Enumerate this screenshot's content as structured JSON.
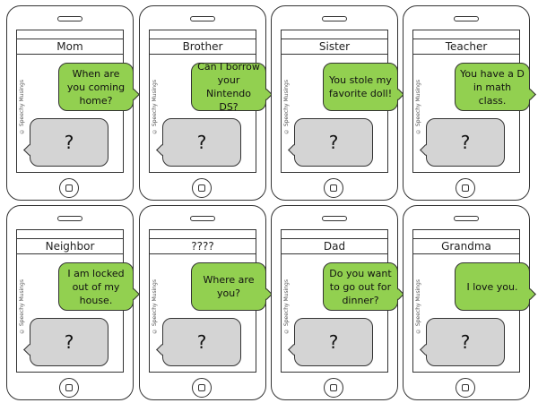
{
  "colors": {
    "incoming_bubble": "#92d050",
    "reply_bubble": "#d4d4d4",
    "outline": "#333333"
  },
  "watermark": "© Speechy Musings",
  "icons": {
    "home": "home-button-icon"
  },
  "cards": [
    {
      "contact": "Mom",
      "message": "When are you coming home?",
      "reply": "?"
    },
    {
      "contact": "Brother",
      "message": "Can I borrow your Nintendo DS?",
      "reply": "?"
    },
    {
      "contact": "Sister",
      "message": "You stole my favorite doll!",
      "reply": "?"
    },
    {
      "contact": "Teacher",
      "message": "You have a D in math class.",
      "reply": "?"
    },
    {
      "contact": "Neighbor",
      "message": "I am locked out of my house.",
      "reply": "?"
    },
    {
      "contact": "????",
      "message": "Where are you?",
      "reply": "?"
    },
    {
      "contact": "Dad",
      "message": "Do you want to go out for dinner?",
      "reply": "?"
    },
    {
      "contact": "Grandma",
      "message": "I love you.",
      "reply": "?"
    }
  ]
}
